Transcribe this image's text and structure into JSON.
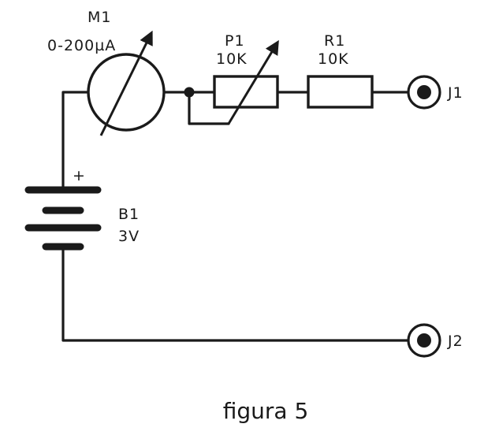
{
  "diagram": {
    "caption": "figura 5",
    "meter": {
      "ref": "M1",
      "value": "0-200µA"
    },
    "potentiometer": {
      "ref": "P1",
      "value": "10K"
    },
    "resistor": {
      "ref": "R1",
      "value": "10K"
    },
    "battery": {
      "ref": "B1",
      "value": "3V",
      "polarity": "+"
    },
    "jack_top": {
      "ref": "J1"
    },
    "jack_bottom": {
      "ref": "J2"
    }
  }
}
